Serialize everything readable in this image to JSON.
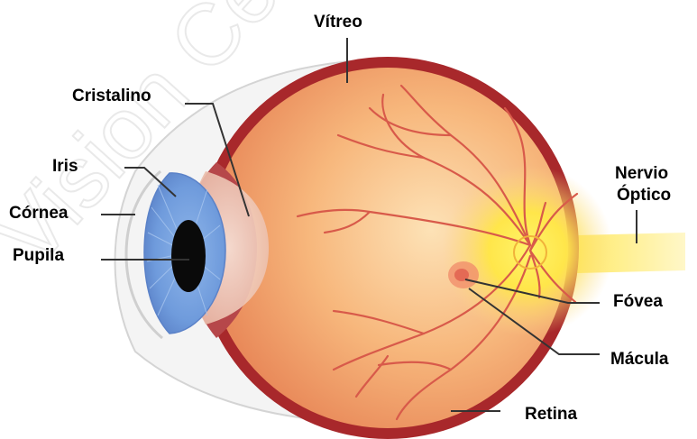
{
  "watermark": "Vision Center",
  "labels": {
    "vitreo": "Vítreo",
    "cristalino": "Cristalino",
    "iris": "Iris",
    "cornea": "Córnea",
    "pupila": "Pupila",
    "nervio_line1": "Nervio",
    "nervio_line2": "Óptico",
    "fovea": "Fóvea",
    "macula": "Mácula",
    "retina": "Retina"
  },
  "colors": {
    "sclera_outer": "#a8282b",
    "globe_fill": "#f2a56c",
    "globe_light": "#fbd6a6",
    "macula_glow": "#ffe84a",
    "vessel": "#d85a4a",
    "iris_blue": "#7aa6e0",
    "iris_dark": "#5b86c9",
    "pupil": "#0a0a0a",
    "cornea_edge": "#d9d9d9",
    "nerve": "#fff3a0"
  }
}
